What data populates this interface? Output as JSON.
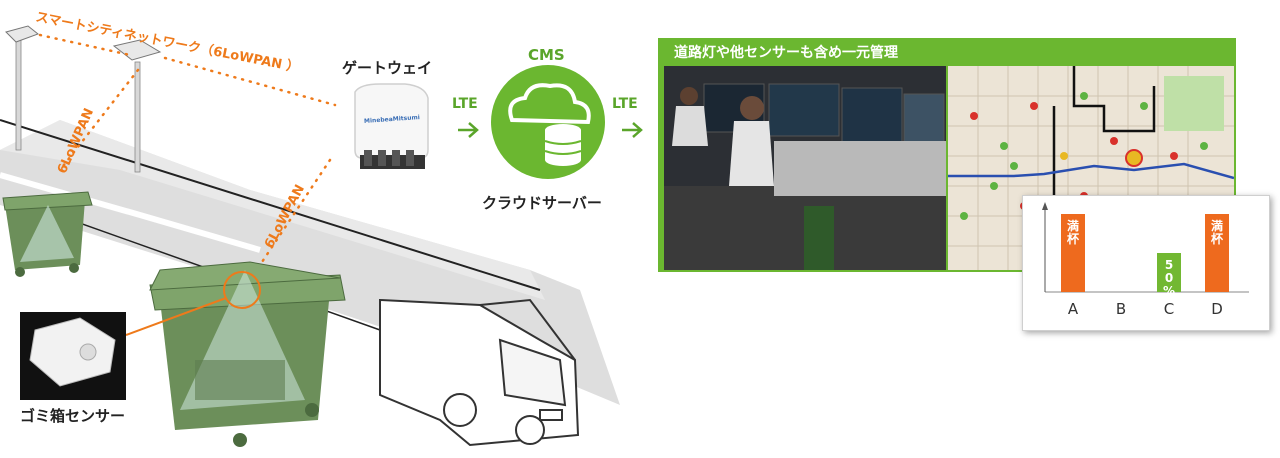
{
  "network": {
    "mesh_title": "スマートシティネットワーク（6LoWPAN ）",
    "link_label_1": "6LoWPAN",
    "link_label_2": "6LoWPAN"
  },
  "gateway": {
    "label": "ゲートウェイ",
    "brand": "MinebeaMitsumi"
  },
  "links": {
    "lte_left": "LTE",
    "lte_right": "LTE"
  },
  "cms": {
    "title": "CMS",
    "server_label": "クラウドサーバー"
  },
  "panel": {
    "title": "道路灯や他センサーも含め一元管理"
  },
  "popup": {
    "bars": [
      {
        "category": "A",
        "fill_percent": 100,
        "label": "満杯",
        "color": "#ee6a1e"
      },
      {
        "category": "B",
        "fill_percent": 0,
        "label": "",
        "color": "#ee6a1e"
      },
      {
        "category": "C",
        "fill_percent": 50,
        "label": "50%",
        "color": "#72b832"
      },
      {
        "category": "D",
        "fill_percent": 100,
        "label": "満杯",
        "color": "#ee6a1e"
      }
    ]
  },
  "sensor": {
    "label": "ゴミ箱センサー"
  },
  "colors": {
    "green": "#6bb730",
    "orange": "#ee7a1b",
    "bin_green": "#6c8f5a"
  }
}
